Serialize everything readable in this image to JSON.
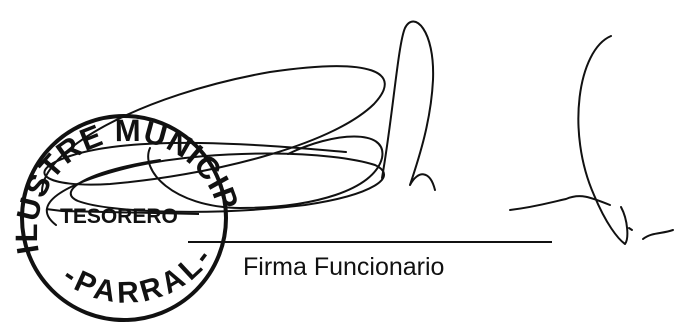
{
  "document": {
    "signature_caption": "Firma Funcionario"
  },
  "seal": {
    "top_text": "ILUSTRE MUNICIPALIDAD",
    "center_text": "TESORERO",
    "bottom_text": "-PARRAL-",
    "ink_color": "#111111"
  }
}
